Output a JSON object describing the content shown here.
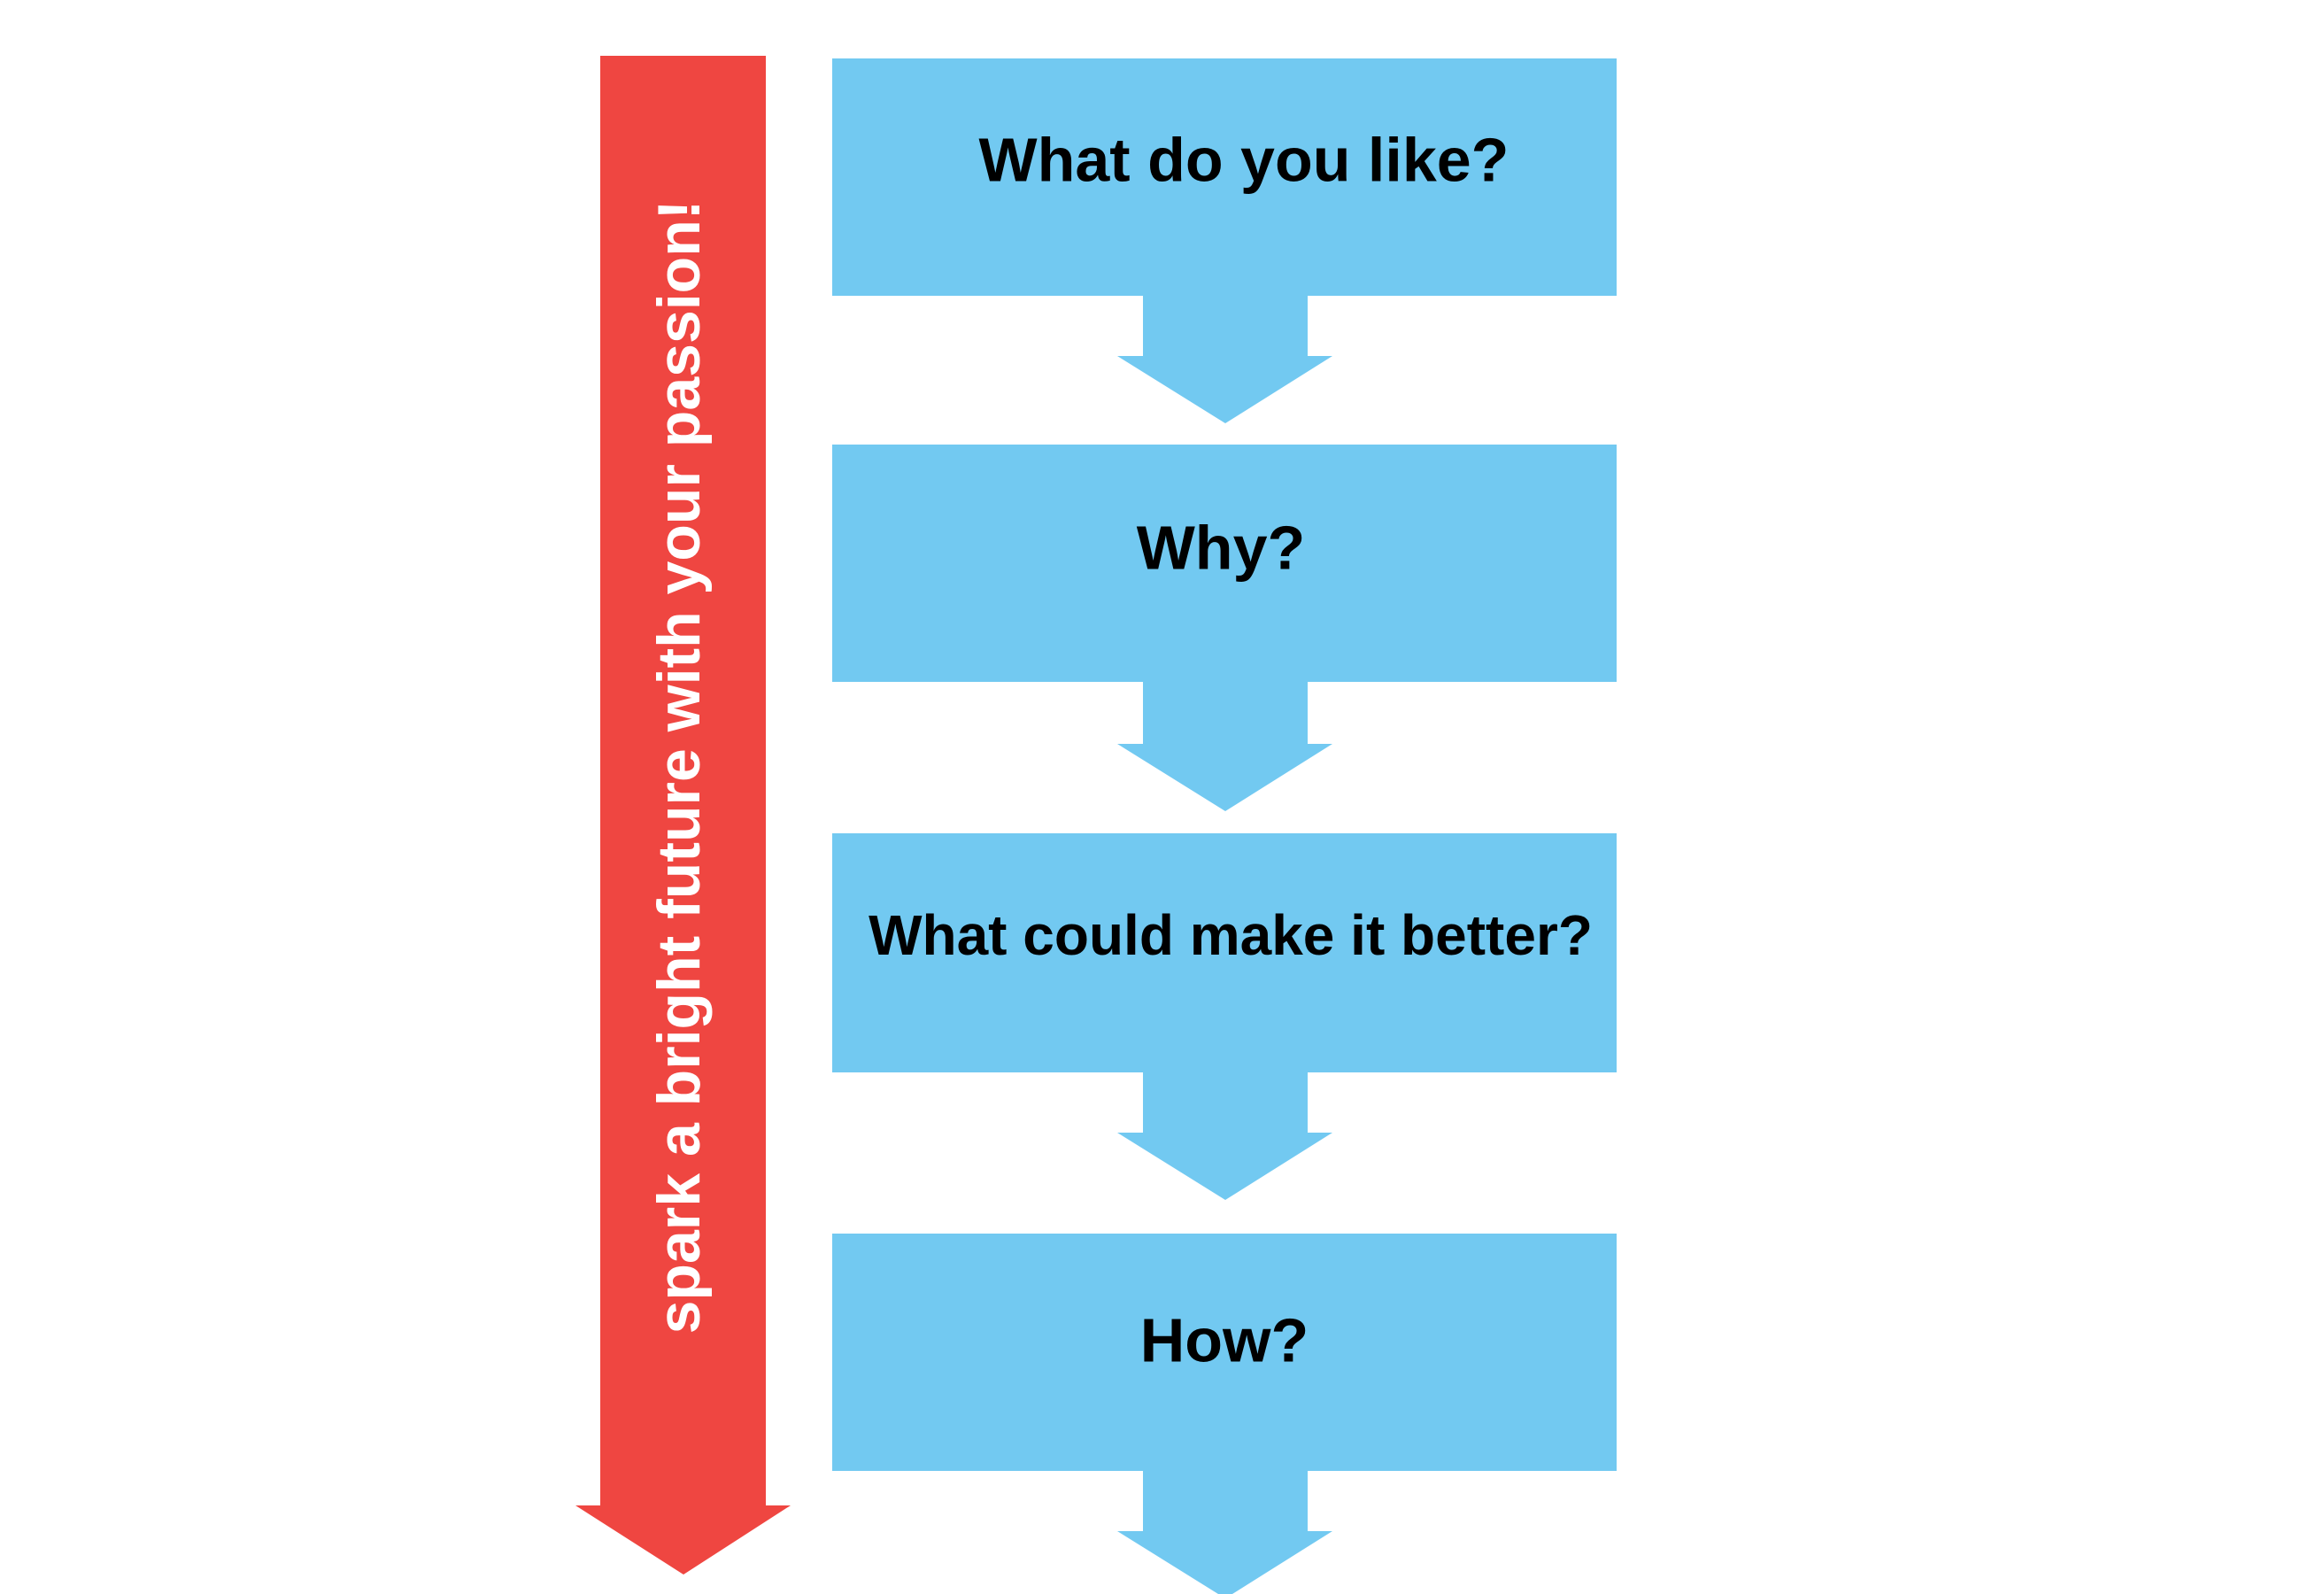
{
  "diagram": {
    "banner": {
      "text": "spark a bright future with your passion!",
      "color": "#EF4641",
      "text_color": "#FFFFFF"
    },
    "steps": [
      {
        "label": "What do you like?"
      },
      {
        "label": "Why?"
      },
      {
        "label": "What could make it better?"
      },
      {
        "label": "How?"
      }
    ],
    "step_color": "#72C9F1",
    "label_color": "#000000"
  }
}
